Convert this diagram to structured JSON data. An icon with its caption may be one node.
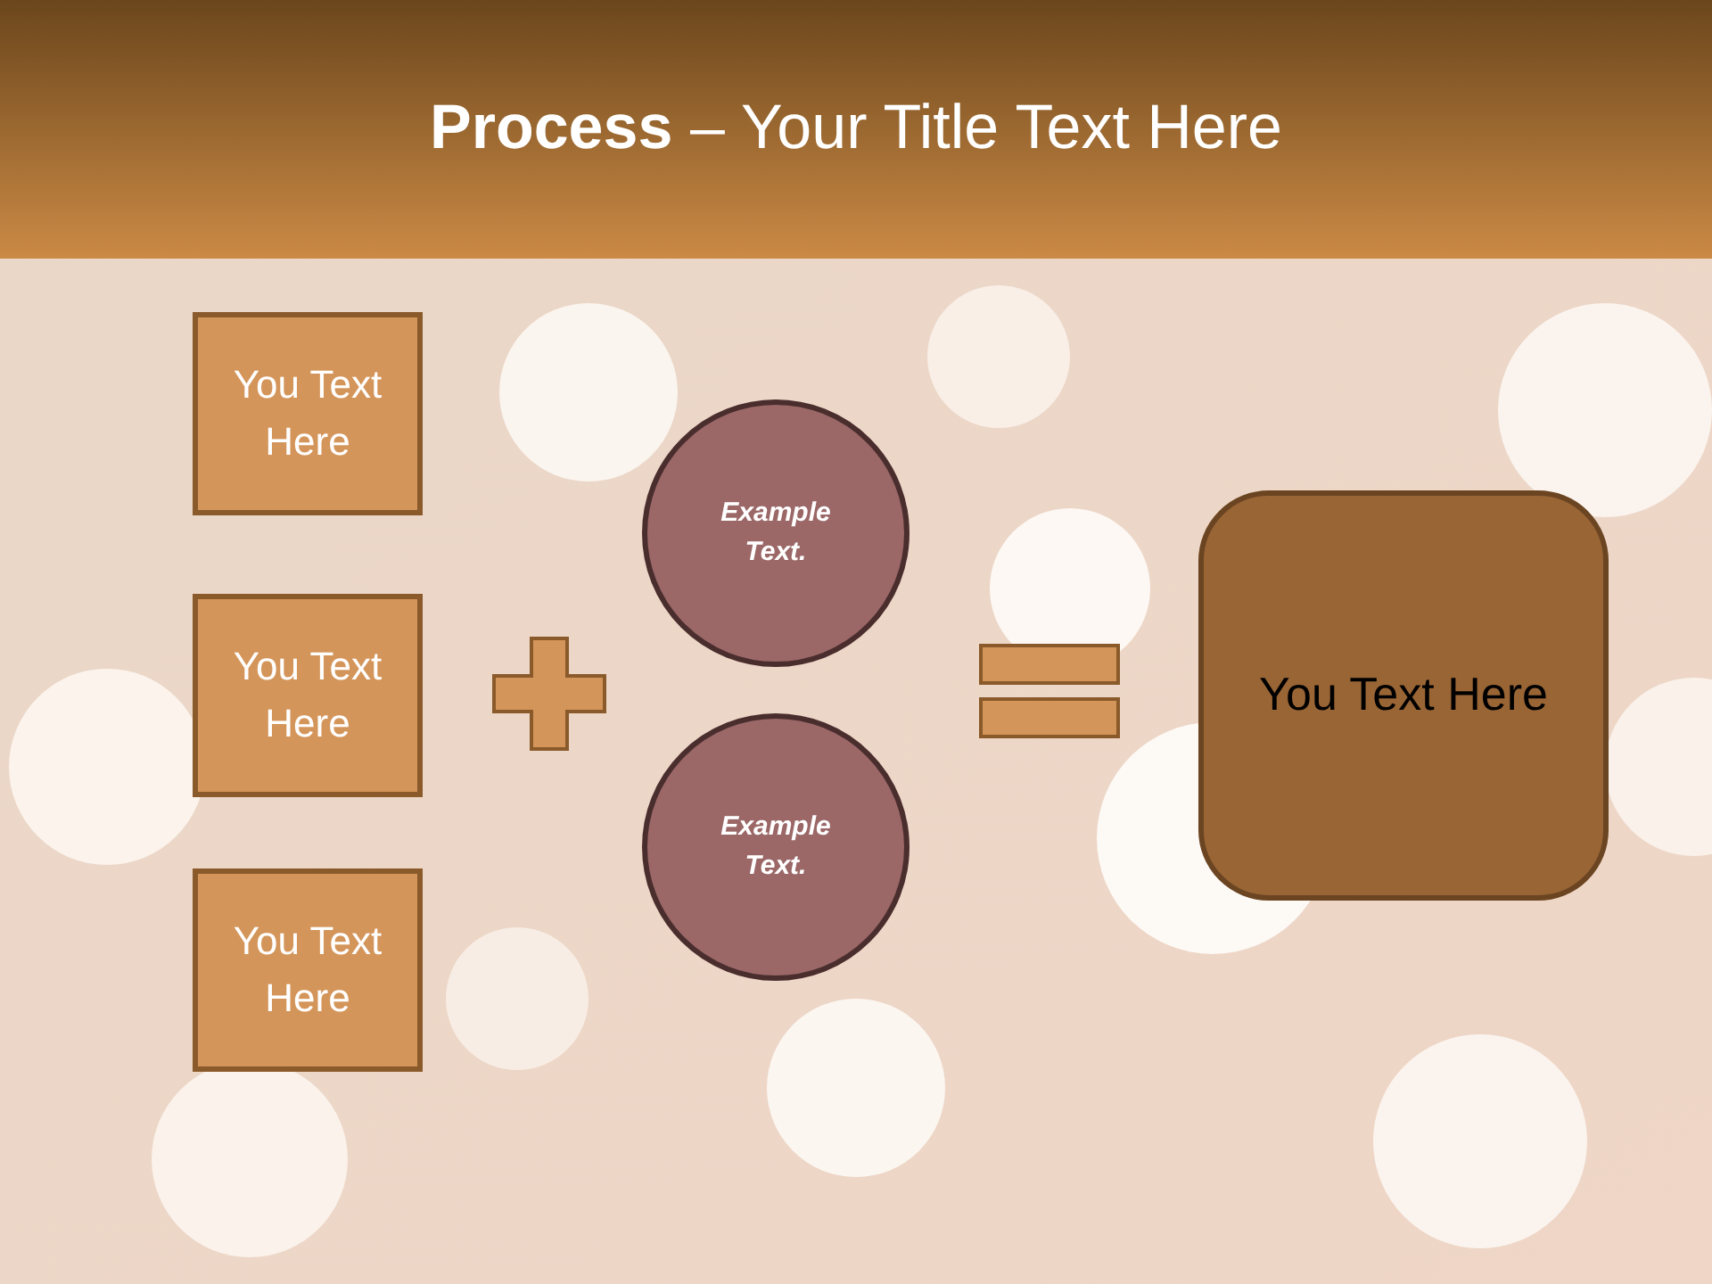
{
  "diagram": {
    "title": "**Process** – Your Title Text Here",
    "nodes": [
      {
        "text": [
          "You Text Here"
        ]
      },
      {
        "text": [
          "You Text Here"
        ]
      },
      {
        "text": [
          "You Text Here"
        ]
      },
      {
        "text": [
          "Example Text."
        ]
      },
      {
        "text": [
          "Example Text."
        ]
      },
      {
        "text": [
          "You Text Here"
        ]
      }
    ]
  }
}
